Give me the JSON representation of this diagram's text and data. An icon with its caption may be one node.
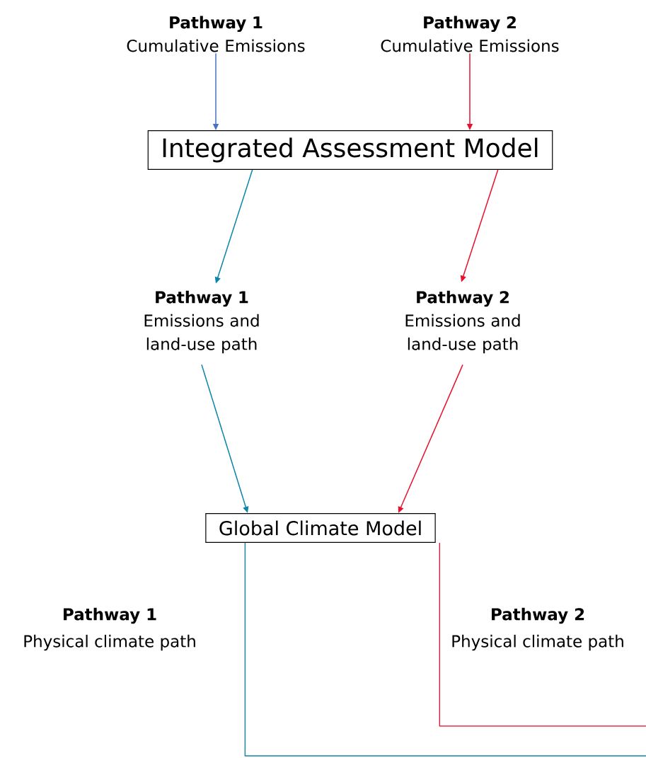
{
  "diagram": {
    "nodes": [
      {
        "text": [
          "Pathway 1",
          "Cumulative Emissions"
        ]
      },
      {
        "text": [
          "Pathway 2",
          "Cumulative Emissions"
        ]
      },
      {
        "text": [
          "Integrated Assessment Model"
        ]
      },
      {
        "text": [
          "Pathway 1",
          "Emissions and land-use path"
        ]
      },
      {
        "text": [
          "Pathway 2",
          "Emissions and land-use path"
        ]
      },
      {
        "text": [
          "Global Climate Model"
        ]
      }
    ],
    "edges": [
      {
        "from": 0,
        "to": 2,
        "arrow": "to",
        "color": "#4472c4"
      },
      {
        "from": 1,
        "to": 2,
        "arrow": "to",
        "color": "#e8112d"
      },
      {
        "from": 2,
        "to": 3,
        "arrow": "to",
        "color": "#0a86a8"
      },
      {
        "from": 2,
        "to": 4,
        "arrow": "to",
        "color": "#e8112d"
      },
      {
        "from": 3,
        "to": 5,
        "arrow": "to",
        "color": "#0a86a8"
      },
      {
        "from": 4,
        "to": 5,
        "arrow": "to",
        "color": "#e8112d"
      },
      {
        "from": 5,
        "to": null,
        "arrow": "none",
        "color": "#0a86a8"
      },
      {
        "from": 5,
        "to": null,
        "arrow": "none",
        "color": "#e8112d"
      }
    ],
    "labels": [
      "Pathway 1",
      "Physical climate path",
      "Pathway 2",
      "Physical climate path"
    ]
  }
}
